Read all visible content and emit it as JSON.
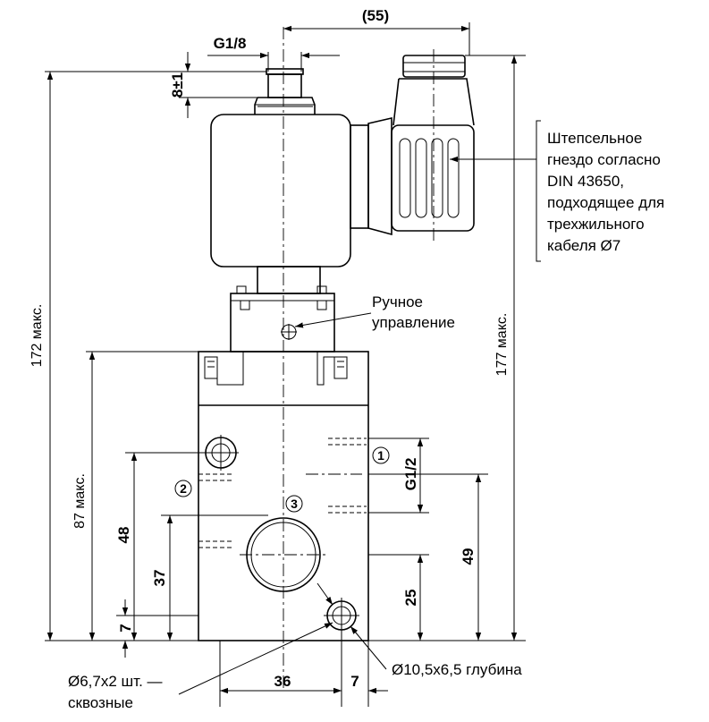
{
  "dimensions": {
    "width_55": "(55)",
    "g18": "G1/8",
    "eight": "8±1",
    "h172": "172 макс.",
    "h177": "177 макс.",
    "h87": "87 макс.",
    "d48": "48",
    "d37": "37",
    "d7_left": "7",
    "g12": "G1/2",
    "d49": "49",
    "d25": "25",
    "d36": "36",
    "d7_bottom": "7"
  },
  "callouts": {
    "connector": [
      "Штепсельное",
      "гнездо согласно",
      "DIN 43650,",
      "подходящее для",
      "трехжильного",
      "кабеля Ø7"
    ],
    "manual": [
      "Ручное",
      "управление"
    ],
    "holes_through": [
      "Ø6,7x2 шт. —",
      "сквозные"
    ],
    "hole_depth": "Ø10,5x6,5 глубина"
  },
  "ports": {
    "p1": "1",
    "p2": "2",
    "p3": "3"
  }
}
